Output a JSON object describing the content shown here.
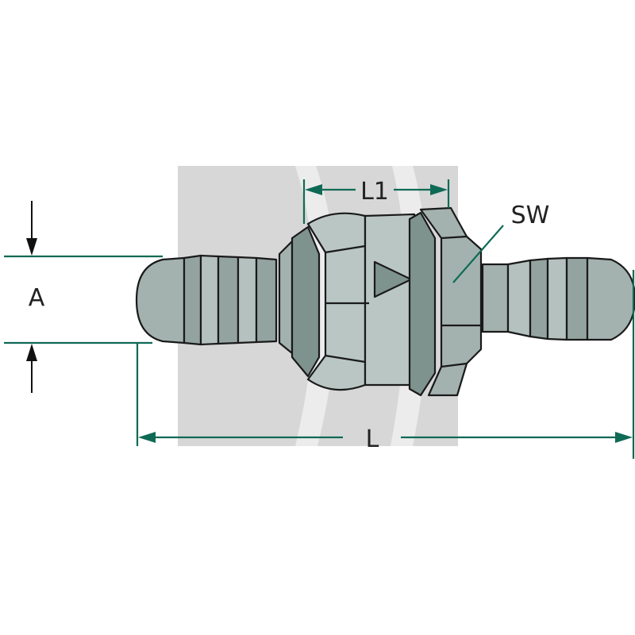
{
  "labels": {
    "dim_a": "A",
    "dim_l": "L",
    "dim_l1": "L1",
    "wrench_size": "SW"
  },
  "colors": {
    "body_light": "#b9c6c3",
    "body_mid": "#a3b2ae",
    "body_dark": "#7f938e",
    "dimension_lines": "#0f6a55",
    "watermark": "#d6d6d6"
  }
}
